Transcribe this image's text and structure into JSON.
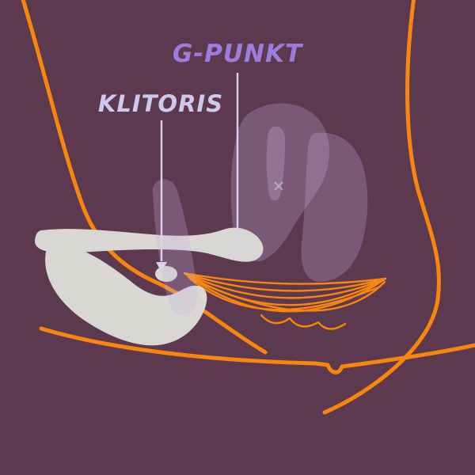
{
  "diagram": {
    "title": "anatomical product placement diagram",
    "labels": {
      "g_spot": "G-PUNKT",
      "clitoris": "KLITORIS"
    },
    "markers": {
      "g_spot_marker": "circle-outline",
      "clitoris_marker": "down-arrow"
    },
    "colors": {
      "background": "#5c394f",
      "outline_orange": "#f8860d",
      "label_purple": "#9d7ddb",
      "label_lavender": "#cfc8ef",
      "product_gray": "#d8d7d3",
      "anatomy_lavender": "#c9b3dd",
      "leader_line": "#d9d2ec"
    }
  }
}
